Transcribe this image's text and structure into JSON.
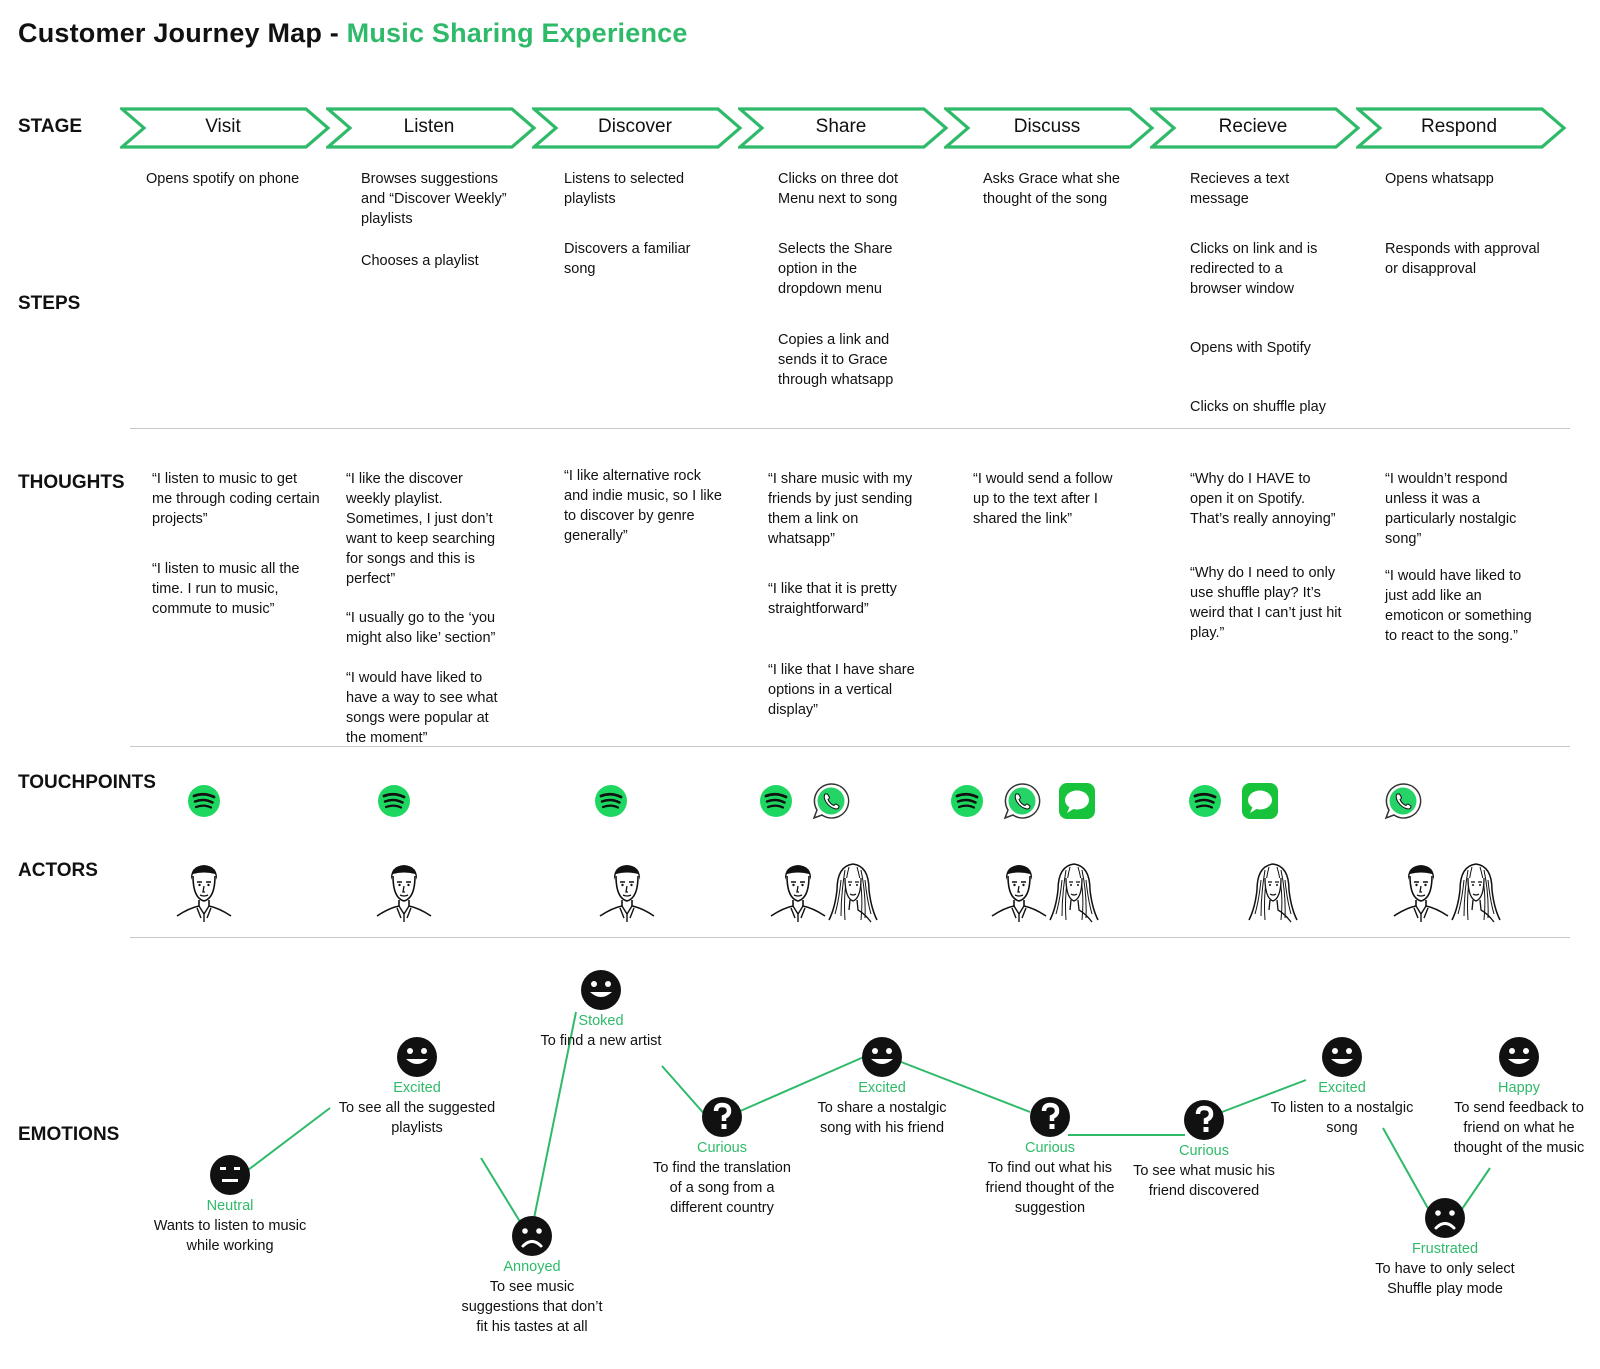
{
  "title": {
    "prefix": "Customer Journey Map - ",
    "accent": "Music Sharing Experience"
  },
  "colors": {
    "accent": "#2fba6a",
    "spotify": "#1ed760",
    "whatsapp": "#25d366",
    "imessage": "#17c33a",
    "line": "#2fba6a"
  },
  "row_labels": {
    "stage": "STAGE",
    "steps": "STEPS",
    "thoughts": "THOUGHTS",
    "touchpoints": "TOUCHPOINTS",
    "actors": "ACTORS",
    "emotions": "EMOTIONS"
  },
  "stages": [
    "Visit",
    "Listen",
    "Discover",
    "Share",
    "Discuss",
    "Recieve",
    "Respond"
  ],
  "steps": [
    [
      "Opens spotify on phone"
    ],
    [
      "Browses suggestions\nand “Discover Weekly”\nplaylists",
      "Chooses a playlist"
    ],
    [
      "Listens to selected\nplaylists",
      "Discovers a familiar\nsong"
    ],
    [
      "Clicks on three dot\nMenu next to song",
      "Selects the Share\noption in the\ndropdown menu",
      "Copies a link and\nsends it to Grace\nthrough whatsapp"
    ],
    [
      "Asks Grace what she\nthought of the song"
    ],
    [
      "Recieves a text\nmessage",
      "Clicks on link and is\nredirected to a\nbrowser window",
      "Opens with Spotify",
      "Clicks on shuffle play"
    ],
    [
      "Opens whatsapp",
      "Responds with approval\nor disapproval"
    ]
  ],
  "thoughts": [
    [
      "“I  listen to music to get\nme through coding certain\nprojects”",
      "“I  listen to music all the\ntime. I run to music,\ncommute to music”"
    ],
    [
      "“I like the discover\nweekly playlist.\nSometimes, I just don’t\nwant to keep searching\nfor songs and this is\nperfect”",
      "“I usually go to the ‘you\nmight also like’ section”",
      "“I would have liked to\nhave a way to see what\nsongs were popular at\nthe moment”"
    ],
    [
      "“I like alternative rock\nand indie music, so I like\nto discover by genre\ngenerally”"
    ],
    [
      "“I share music with my\nfriends by just sending\nthem a link on\nwhatsapp”",
      "“I like that it is pretty\nstraightforward”",
      "“I like that I have share\noptions in a vertical\ndisplay”"
    ],
    [
      "“I would send a follow\nup to the text after I\nshared the link”"
    ],
    [
      "“Why do I HAVE to\nopen it on Spotify.\nThat’s really annoying”",
      "“Why do I need to only\nuse shuffle play? It’s\nweird that I can’t just hit\nplay.”"
    ],
    [
      "“I wouldn’t respond\nunless it was a\nparticularly nostalgic\nsong”",
      "“I would have liked to\njust add like an\nemoticon or something\nto react to the song.”"
    ]
  ],
  "touchpoints": [
    [
      "spotify-icon"
    ],
    [
      "spotify-icon"
    ],
    [
      "spotify-icon"
    ],
    [
      "spotify-icon",
      "whatsapp-icon"
    ],
    [
      "spotify-icon",
      "whatsapp-icon",
      "imessage-icon"
    ],
    [
      "spotify-icon",
      "imessage-icon"
    ],
    [
      "whatsapp-icon"
    ]
  ],
  "actors": [
    [
      "man-avatar"
    ],
    [
      "man-avatar"
    ],
    [
      "man-avatar"
    ],
    [
      "man-avatar",
      "woman-avatar"
    ],
    [
      "man-avatar",
      "woman-avatar"
    ],
    [
      "woman-avatar"
    ],
    [
      "man-avatar",
      "woman-avatar"
    ]
  ],
  "emotions": [
    {
      "face": "neutral",
      "name": "Neutral",
      "desc": "Wants to listen to music\nwhile working"
    },
    {
      "face": "happy",
      "name": "Excited",
      "desc": "To see all the suggested\nplaylists"
    },
    {
      "face": "sad",
      "name": "Annoyed",
      "desc": "To see music\nsuggestions that don’t\nfit his tastes at all"
    },
    {
      "face": "happy",
      "name": "Stoked",
      "desc": "To find a new artist"
    },
    {
      "face": "question",
      "name": "Curious",
      "desc": "To find the translation\nof a song from a\ndifferent country"
    },
    {
      "face": "happy",
      "name": "Excited",
      "desc": "To share a nostalgic\nsong with his friend"
    },
    {
      "face": "question",
      "name": "Curious",
      "desc": "To find out what his\nfriend thought of the\nsuggestion"
    },
    {
      "face": "question",
      "name": "Curious",
      "desc": "To see what music his\nfriend discovered"
    },
    {
      "face": "happy",
      "name": "Excited",
      "desc": "To listen to a nostalgic\nsong"
    },
    {
      "face": "sad",
      "name": "Frustrated",
      "desc": "To have to only select\nShuffle play mode"
    },
    {
      "face": "happy",
      "name": "Happy",
      "desc": "To send feedback to\nfriend on what he\nthought of the music"
    }
  ]
}
